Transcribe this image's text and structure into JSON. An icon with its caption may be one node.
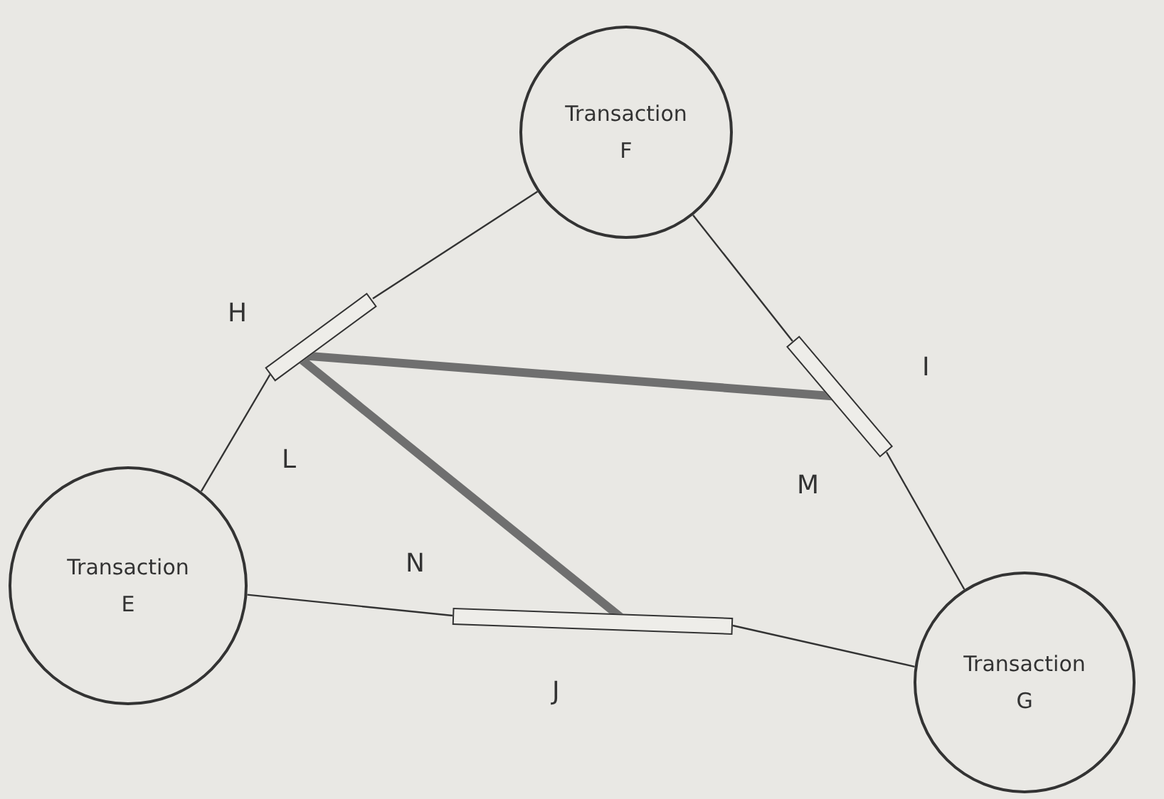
{
  "diagram": {
    "nodes": [
      {
        "text": [
          "Transaction",
          "F"
        ]
      },
      {
        "text": [],
        "shape": "bar",
        "beside": [
          "H"
        ]
      },
      {
        "text": [],
        "shape": "bar",
        "beside": [
          "I"
        ]
      },
      {
        "text": [
          "Transaction",
          "E"
        ]
      },
      {
        "text": [],
        "shape": "bar",
        "beside": [
          "J"
        ]
      },
      {
        "text": [
          "Transaction",
          "G"
        ]
      }
    ],
    "edges": [
      {
        "from": 0,
        "to": 1,
        "arrow": "none"
      },
      {
        "from": 1,
        "to": 3,
        "arrow": "none"
      },
      {
        "from": 0,
        "to": 2,
        "arrow": "none"
      },
      {
        "from": 2,
        "to": 5,
        "arrow": "none"
      },
      {
        "from": 3,
        "to": 4,
        "arrow": "none"
      },
      {
        "from": 4,
        "to": 5,
        "arrow": "none"
      },
      {
        "from": 1,
        "to": 2,
        "arrow": "none",
        "style": "thick"
      },
      {
        "from": 1,
        "to": 4,
        "arrow": "none",
        "style": "thick"
      }
    ],
    "labels": [
      "L",
      "M",
      "N"
    ]
  }
}
